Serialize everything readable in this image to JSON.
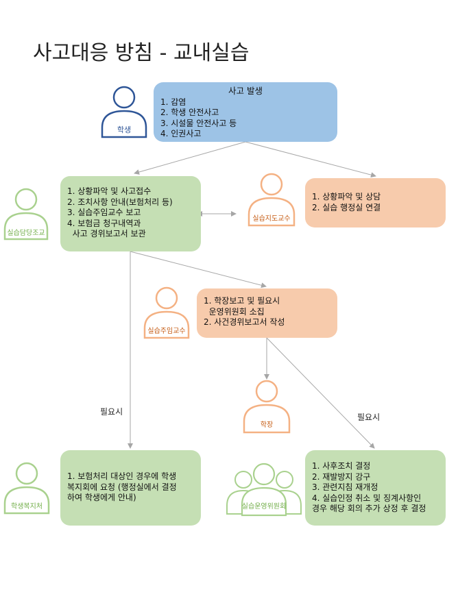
{
  "title": "사고대응 방침 - 교내실습",
  "nodes": {
    "start": {
      "heading": "사고 발생",
      "items": [
        "1. 감염",
        "2. 학생 안전사고",
        "3. 시설물 안전사고 등",
        "4. 인권사고"
      ]
    },
    "staff": {
      "items": [
        "1. 상황파악 및 사고접수",
        "2. 조치사항 안내(보험처리 등)",
        "3. 실습주임교수 보고",
        "4. 보험금 청구내역과",
        "  사고 경위보고서 보관"
      ]
    },
    "advisor": {
      "items": [
        "1. 상황파악 및 상담",
        "2. 실습 행정실 연결"
      ]
    },
    "chief": {
      "items": [
        "1. 학장보고 및 필요시",
        "  운영위원회 소집",
        "2. 사건경위보고서 작성"
      ]
    },
    "welfare": {
      "items": [
        "1. 보험처리 대상인 경우에 학생",
        "복지회에 요청 (행정실에서 결정",
        "하여 학생에게 안내)"
      ]
    },
    "committee": {
      "items": [
        "1. 사후조치 결정",
        "2. 재발방지 강구",
        "3. 관련지침 재개정",
        "4. 실습인정 취소 및 징계사항인",
        "경우 해당 회의 추가 상정 후 결정"
      ]
    }
  },
  "actors": {
    "student": "학생",
    "staff": "실습담당조교",
    "advisor": "실습지도교수",
    "chief_prof": "실습주임교수",
    "dean": "학장",
    "welfare": "학생복지처",
    "committee": "실습운영위원회"
  },
  "edge_labels": {
    "left": "필요시",
    "right": "필요시"
  },
  "colors": {
    "blue": "#9dc3e6",
    "green": "#c5dfb4",
    "orange": "#f7cbac",
    "blue_line": "#2e5597",
    "green_line": "#a9d18e",
    "orange_line": "#f4b183"
  }
}
